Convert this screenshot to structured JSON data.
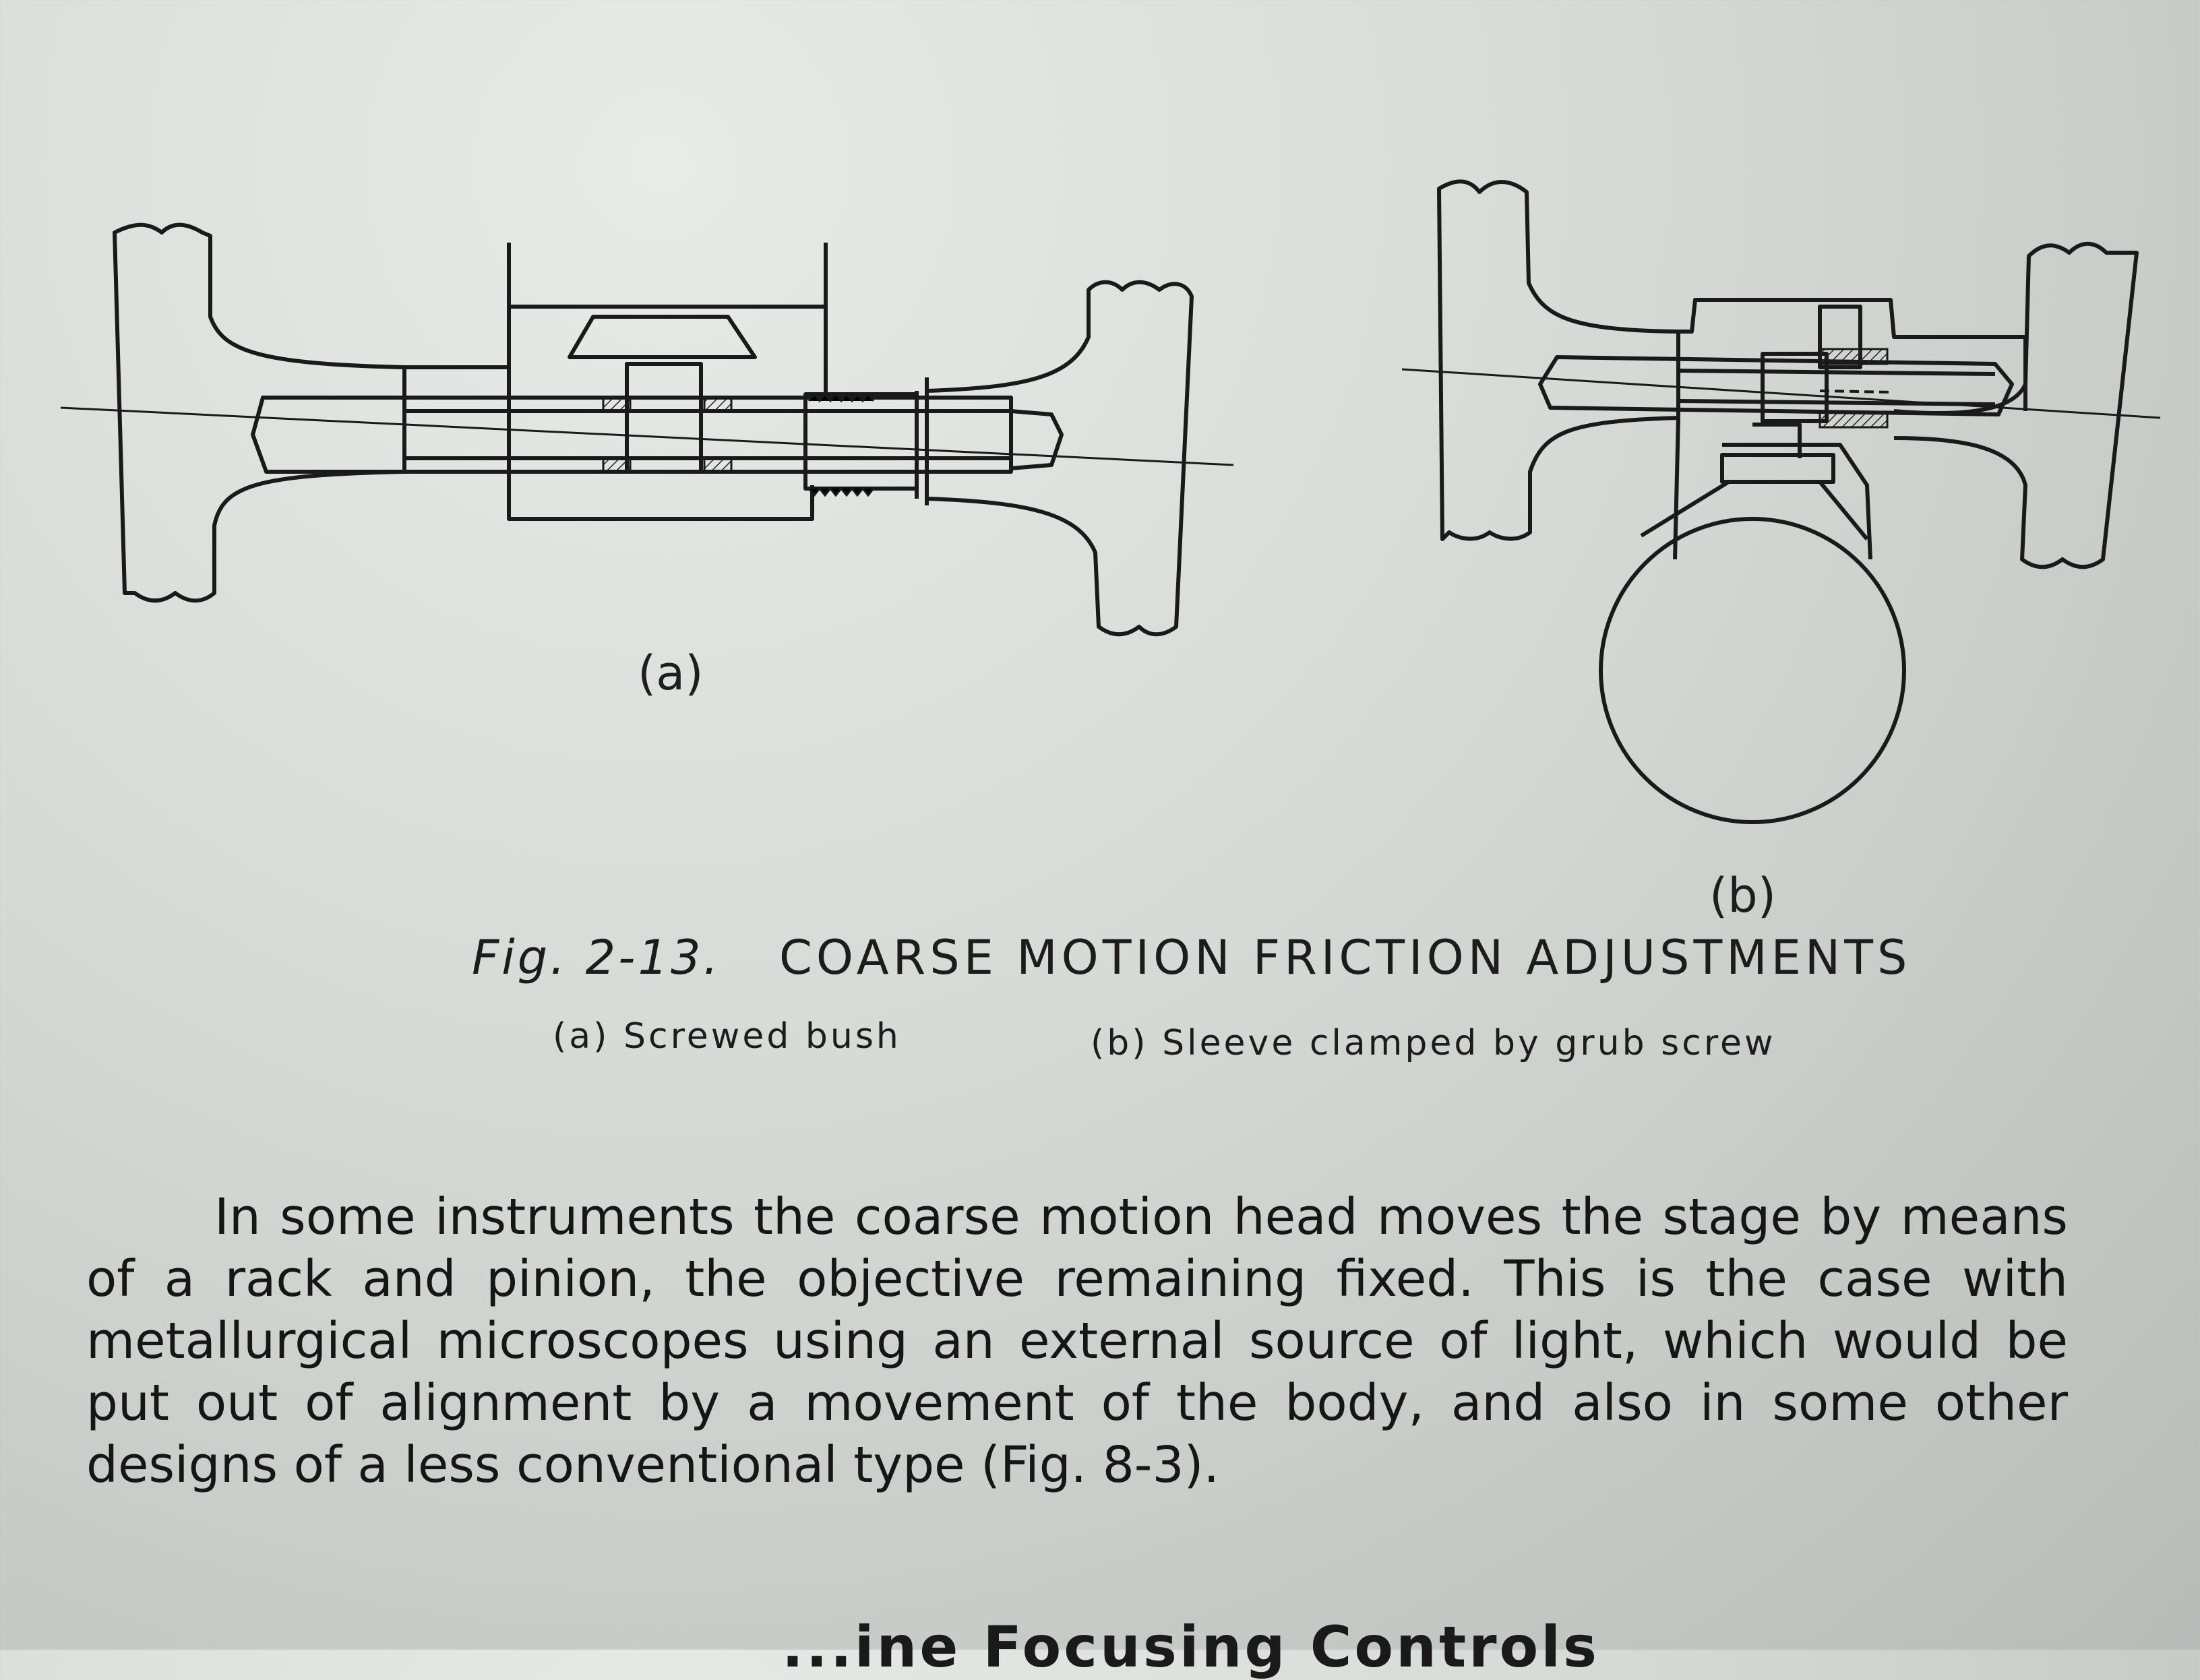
{
  "figure": {
    "label_a": "(a)",
    "label_b": "(b)",
    "caption_number": "Fig. 2-13.",
    "caption_title": "COARSE MOTION FRICTION ADJUSTMENTS",
    "subcaption_a": "(a) Screwed bush",
    "subcaption_b": "(b) Sleeve clamped by grub screw"
  },
  "body": {
    "paragraph": "In some instruments the coarse motion head moves the stage by means of a rack and pinion, the objective remaining fixed. This is the case with metallurgical microscopes using an external source of light, which would be put out of alignment by a movement of the body, and also in some other designs of a less conventional type (Fig. 8-3).",
    "next_heading_partial": "...ine Focusing Controls"
  }
}
